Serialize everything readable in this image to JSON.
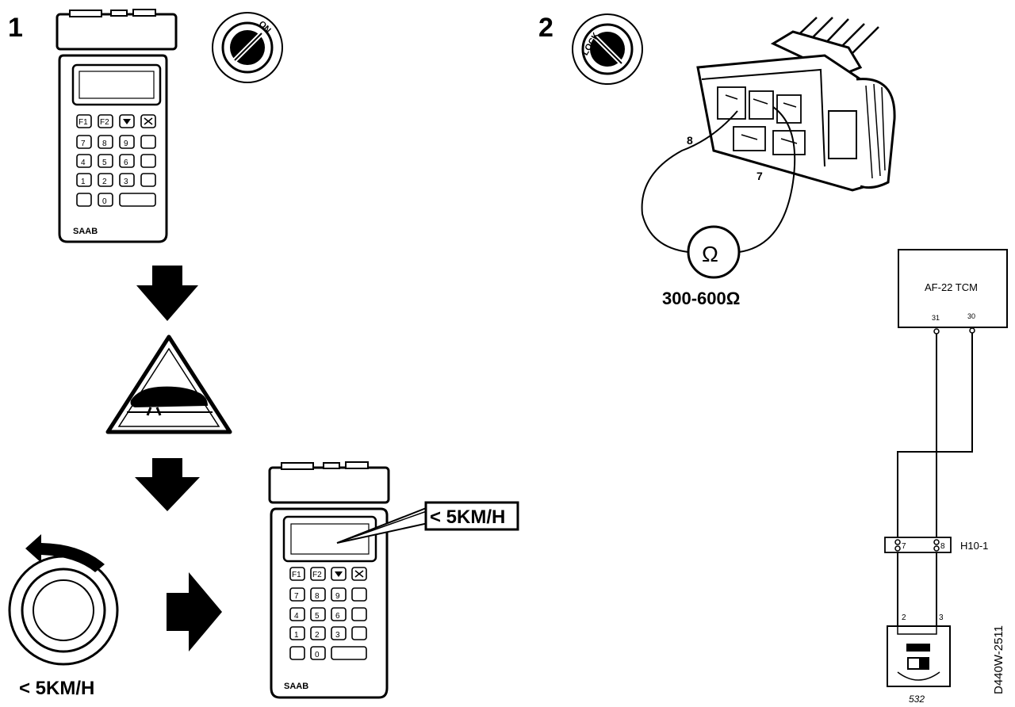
{
  "step1": {
    "number": "1",
    "ignition_label": "ON",
    "tester_brand": "SAAB",
    "tester_keys": {
      "f_row": [
        "F1",
        "F2",
        "",
        ""
      ],
      "row1": [
        "7",
        "8",
        "9",
        ""
      ],
      "row2": [
        "4",
        "5",
        "6",
        ""
      ],
      "row3": [
        "1",
        "2",
        "3",
        ""
      ],
      "row4": [
        "",
        "0",
        ""
      ]
    },
    "speed_callout": "< 5KM/H",
    "wheel_speed_label": "< 5KM/H"
  },
  "step2": {
    "number": "2",
    "ignition_label": "LOCK",
    "pin_a": "8",
    "pin_b": "7",
    "ohm_symbol": "Ω",
    "resistance_range": "300-600Ω"
  },
  "wiring": {
    "module_label": "AF-22 TCM",
    "module_pin_a": "31",
    "module_pin_b": "30",
    "connector_label": "H10-1",
    "connector_pin_a": "7",
    "connector_pin_b": "8",
    "sensor_pin_a": "2",
    "sensor_pin_b": "3",
    "component_number": "532"
  },
  "figure_id": "D440W-2511"
}
